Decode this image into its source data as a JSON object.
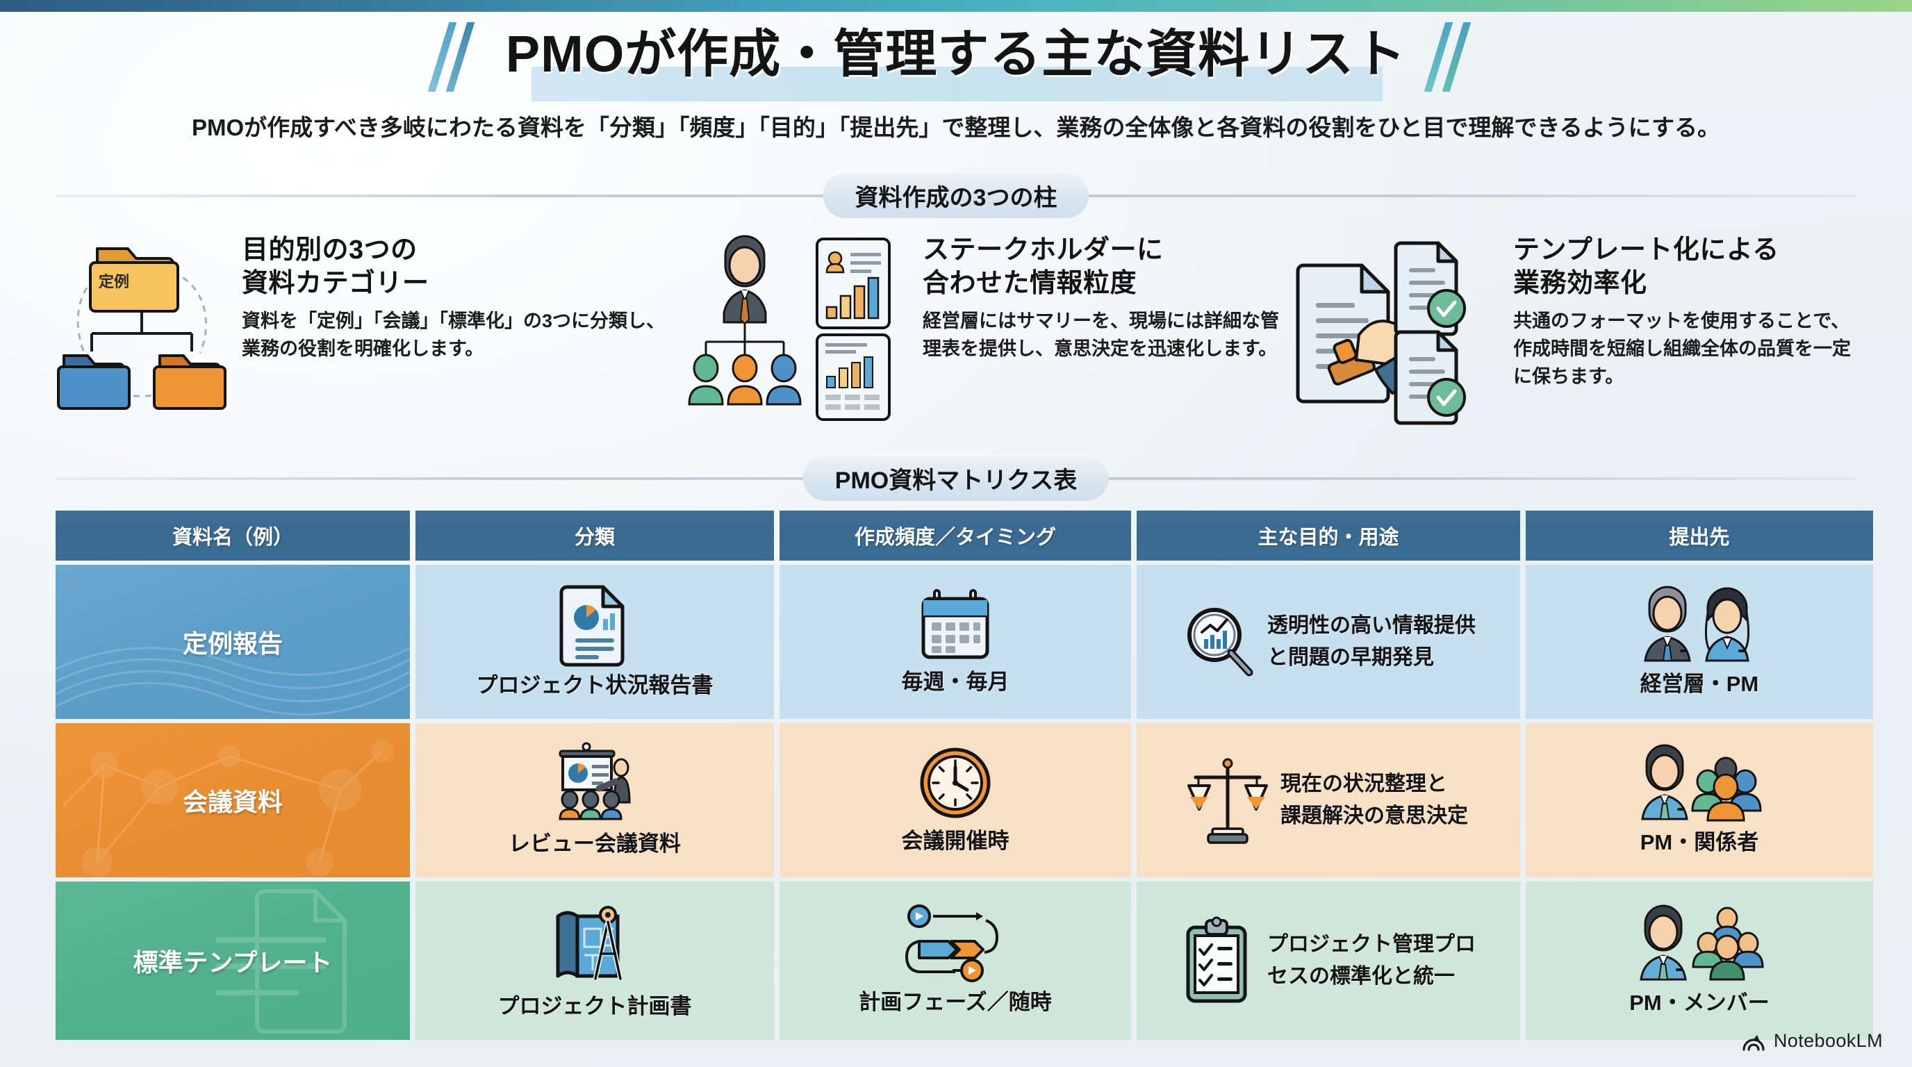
{
  "title": "PMOが作成・管理する主な資料リスト",
  "subtitle": "PMOが作成すべき多岐にわたる資料を「分類」「頻度」「目的」「提出先」で整理し、業務の全体像と各資料の役割をひと目で理解できるようにする。",
  "sections": {
    "pillars_heading": "資料作成の3つの柱",
    "matrix_heading": "PMO資料マトリクス表"
  },
  "pillars": [
    {
      "title_line1": "目的別の3つの",
      "title_line2": "資料カテゴリー",
      "body": "資料を「定例」「会議」「標準化」の3つに分類し、業務の役割を明確化します。",
      "icon": "folder-tree-icon",
      "folder_label": "定例"
    },
    {
      "title_line1": "ステークホルダーに",
      "title_line2": "合わせた情報粒度",
      "body": "経営層にはサマリーを、現場には詳細な管理表を提供し、意思決定を迅速化します。",
      "icon": "org-chart-report-icon"
    },
    {
      "title_line1": "テンプレート化による",
      "title_line2": "業務効率化",
      "body": "共通のフォーマットを使用することで、作成時間を短縮し組織全体の品質を一定に保ちます。",
      "icon": "stamp-approved-docs-icon"
    }
  ],
  "matrix": {
    "columns": [
      "資料名（例）",
      "分類",
      "作成頻度／タイミング",
      "主な目的・用途",
      "提出先"
    ],
    "rows": [
      {
        "label": "定例報告",
        "doc_name": "プロジェクト状況報告書",
        "doc_icon": "report-chart-doc-icon",
        "frequency": "毎週・毎月",
        "frequency_icon": "calendar-icon",
        "purpose_line1": "透明性の高い情報提供",
        "purpose_line2": "と問題の早期発見",
        "purpose_icon": "magnifier-chart-icon",
        "recipients": "経営層・PM",
        "recipients_icon": "executive-pair-icon",
        "accent": "#589ac6",
        "cell_bg": "#c6e0f0"
      },
      {
        "label": "会議資料",
        "doc_name": "レビュー会議資料",
        "doc_icon": "presentation-icon",
        "frequency": "会議開催時",
        "frequency_icon": "clock-icon",
        "purpose_line1": "現在の状況整理と",
        "purpose_line2": "課題解決の意思決定",
        "purpose_icon": "balance-scale-icon",
        "recipients": "PM・関係者",
        "recipients_icon": "pm-stakeholders-icon",
        "accent": "#e68b2f",
        "cell_bg": "#f8e0c4"
      },
      {
        "label": "標準テンプレート",
        "doc_name": "プロジェクト計画書",
        "doc_icon": "blueprint-compass-icon",
        "frequency": "計画フェーズ／随時",
        "frequency_icon": "process-flow-icon",
        "purpose_line1": "プロジェクト管理プロ",
        "purpose_line2": "セスの標準化と統一",
        "purpose_icon": "checklist-clipboard-icon",
        "recipients": "PM・メンバー",
        "recipients_icon": "pm-members-icon",
        "accent": "#4daf89",
        "cell_bg": "#cfe6da"
      }
    ]
  },
  "footer": {
    "brand": "NotebookLM"
  },
  "colors": {
    "header_blue": "#3a6a92",
    "row1": "#589ac6",
    "row2": "#e68b2f",
    "row3": "#4daf89"
  }
}
